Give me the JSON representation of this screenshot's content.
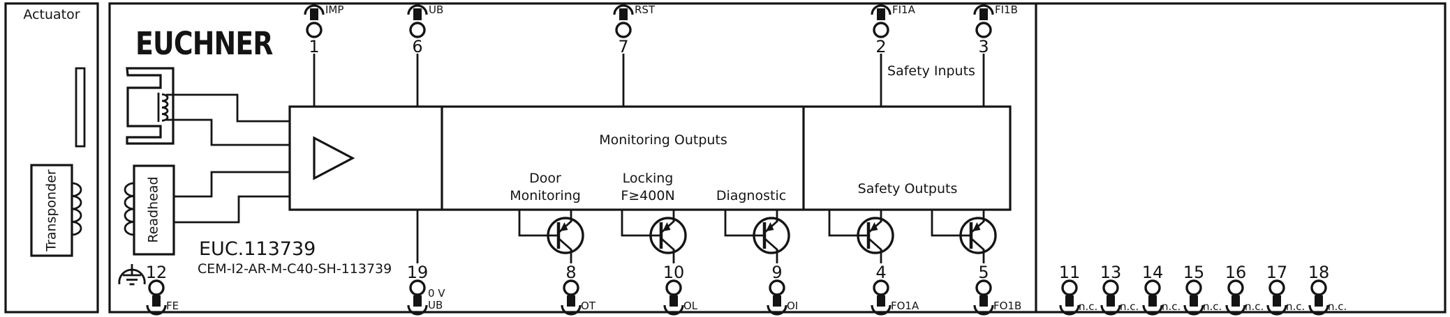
{
  "device": {
    "brand": "EUCHNER",
    "order_number": "EUC.113739",
    "model": "CEM-I2-AR-M-C40-SH-113739"
  },
  "actuator": {
    "label": "Actuator",
    "transponder_label": "Transponder"
  },
  "readhead_label": "Readhead",
  "sections": {
    "safety_inputs": "Safety Inputs",
    "monitoring_outputs": "Monitoring Outputs",
    "door_monitoring_line1": "Door",
    "door_monitoring_line2": "Monitoring",
    "locking_line1": "Locking",
    "locking_line2": "F≥400N",
    "diagnostic": "Diagnostic",
    "safety_outputs": "Safety Outputs"
  },
  "pins_top": [
    {
      "number": "1",
      "label": "IMP"
    },
    {
      "number": "6",
      "label": "UB"
    },
    {
      "number": "7",
      "label": "RST"
    },
    {
      "number": "2",
      "label": "FI1A"
    },
    {
      "number": "3",
      "label": "FI1B"
    }
  ],
  "pins_bottom": [
    {
      "number": "12",
      "label": "FE"
    },
    {
      "number": "19",
      "label": "0 V",
      "label2": "UB"
    },
    {
      "number": "8",
      "label": "OT"
    },
    {
      "number": "10",
      "label": "OL"
    },
    {
      "number": "9",
      "label": "OI"
    },
    {
      "number": "4",
      "label": "FO1A"
    },
    {
      "number": "5",
      "label": "FO1B"
    }
  ],
  "pins_nc": [
    {
      "number": "11",
      "label": "n.c."
    },
    {
      "number": "13",
      "label": "n.c."
    },
    {
      "number": "14",
      "label": "n.c."
    },
    {
      "number": "15",
      "label": "n.c."
    },
    {
      "number": "16",
      "label": "n.c."
    },
    {
      "number": "17",
      "label": "n.c."
    },
    {
      "number": "18",
      "label": "n.c."
    }
  ],
  "colors": {
    "line": "#141414",
    "background": "#ffffff"
  }
}
